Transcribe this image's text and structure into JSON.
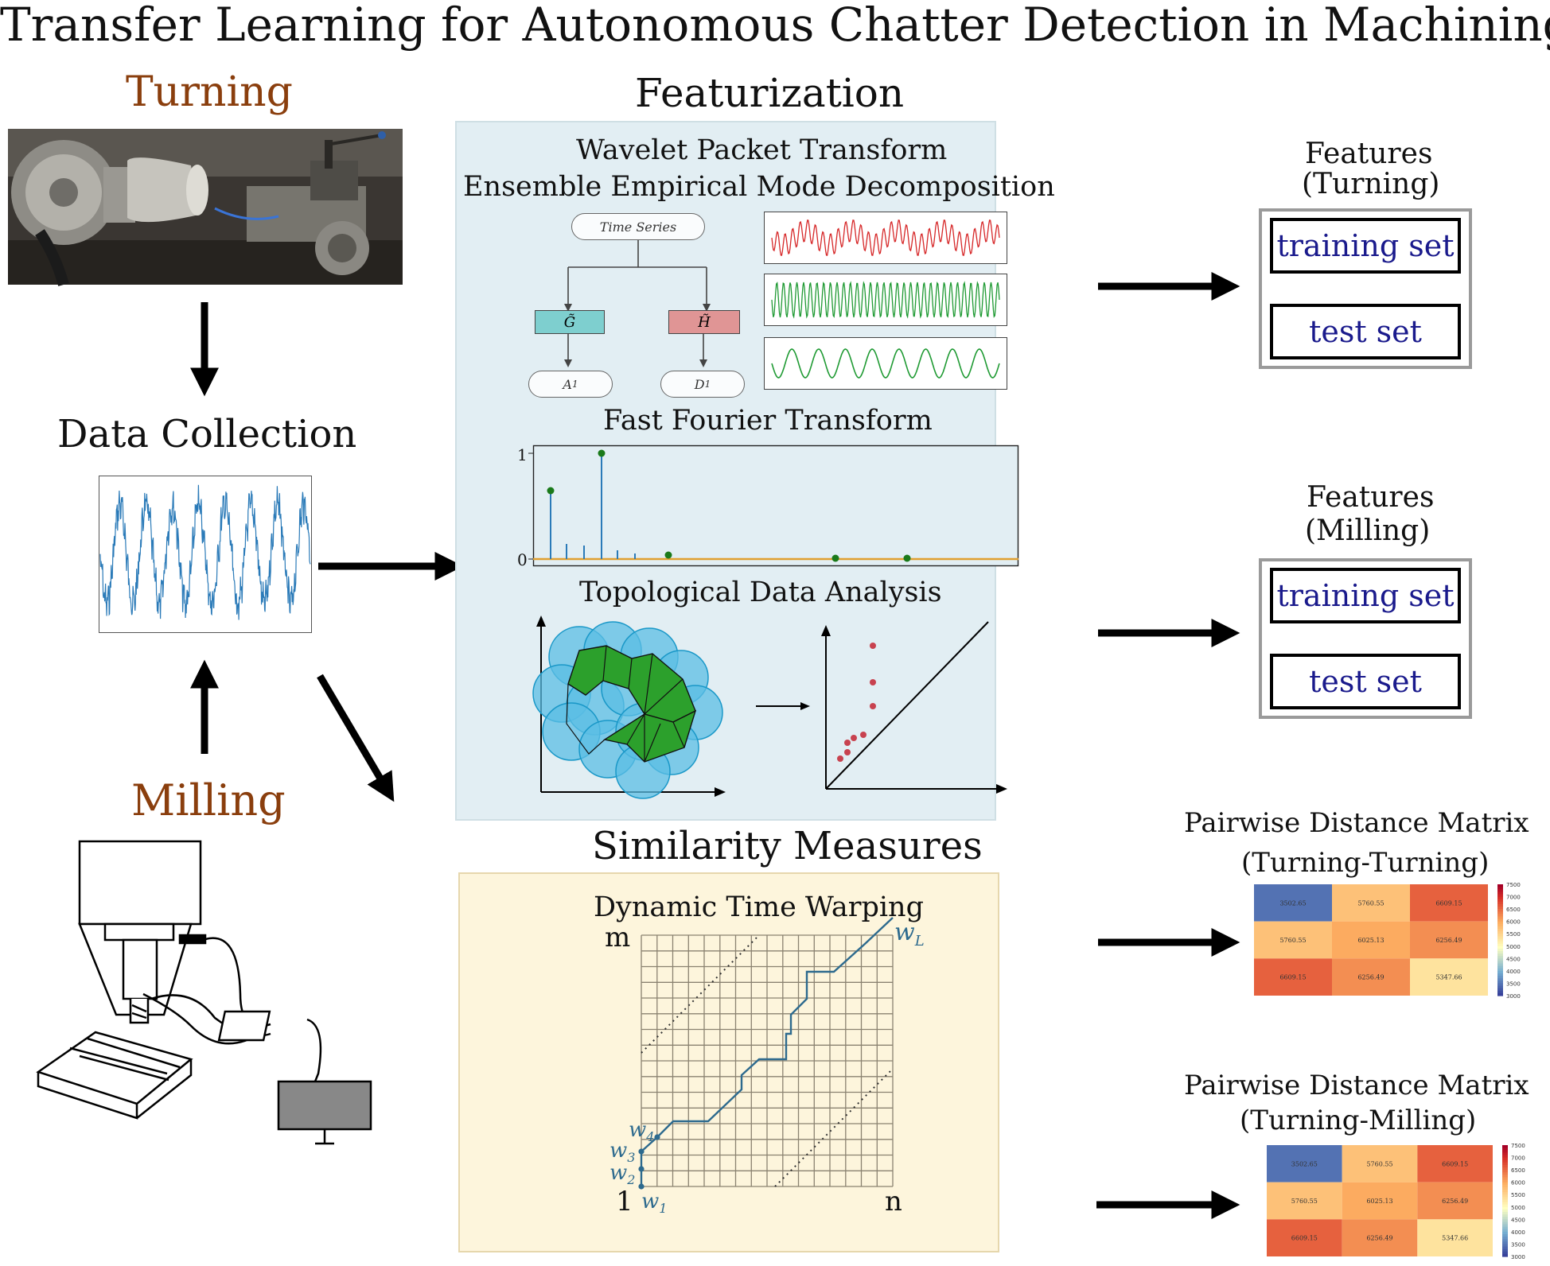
{
  "title": "Transfer Learning for Autonomous Chatter Detection in Machining",
  "left": {
    "turning_label": "Turning",
    "data_collection_label": "Data Collection",
    "milling_label": "Milling"
  },
  "featurization": {
    "heading": "Featurization",
    "wpt_label": "Wavelet Packet Transform",
    "eemd_label": "Ensemble Empirical Mode Decomposition",
    "tree": {
      "root": "Time Series",
      "left_filter": "G̃",
      "right_filter": "H̃",
      "left_leaf": "A",
      "left_leaf_sub": "1",
      "right_leaf": "D",
      "right_leaf_sub": "1"
    },
    "fft_label": "Fast Fourier Transform",
    "fft_ticks": [
      "1",
      "0"
    ],
    "tda_label": "Topological Data Analysis"
  },
  "similarity": {
    "heading": "Similarity Measures",
    "dtw_label": "Dynamic Time Warping",
    "axis_m": "m",
    "axis_n": "n",
    "origin": "1",
    "w_labels": [
      "w",
      "w",
      "w",
      "w",
      "w"
    ],
    "w_subs": [
      "1",
      "2",
      "3",
      "4",
      "L"
    ]
  },
  "outputs": {
    "features_turning": [
      "Features",
      "(Turning)"
    ],
    "features_milling": [
      "Features",
      "(Milling)"
    ],
    "training_set": "training set",
    "test_set": "test set",
    "pdm_tt": [
      "Pairwise Distance Matrix",
      "(Turning-Turning)"
    ],
    "pdm_tm": [
      "Pairwise Distance Matrix",
      "(Turning-Milling)"
    ],
    "matrix_values": [
      [
        "3502.65",
        "5760.55",
        "6609.15"
      ],
      [
        "5760.55",
        "6025.13",
        "6256.49"
      ],
      [
        "6609.15",
        "6256.49",
        "5347.66"
      ]
    ],
    "colorbar_ticks": [
      "7500",
      "7000",
      "6500",
      "6000",
      "5500",
      "5000",
      "4500",
      "4000",
      "3500",
      "3000"
    ]
  },
  "colors": {
    "featurization_bg": "#e2eef3",
    "similarity_bg": "#fdf5dc",
    "label_orange": "#8a3e0d",
    "set_blue": "#1a1a8c",
    "signal_blue": "#2a7ab8",
    "wave_red": "#d62728",
    "wave_green": "#1f9a33",
    "tda_green": "#2ca02c",
    "tda_blue": "#5bbde4"
  }
}
